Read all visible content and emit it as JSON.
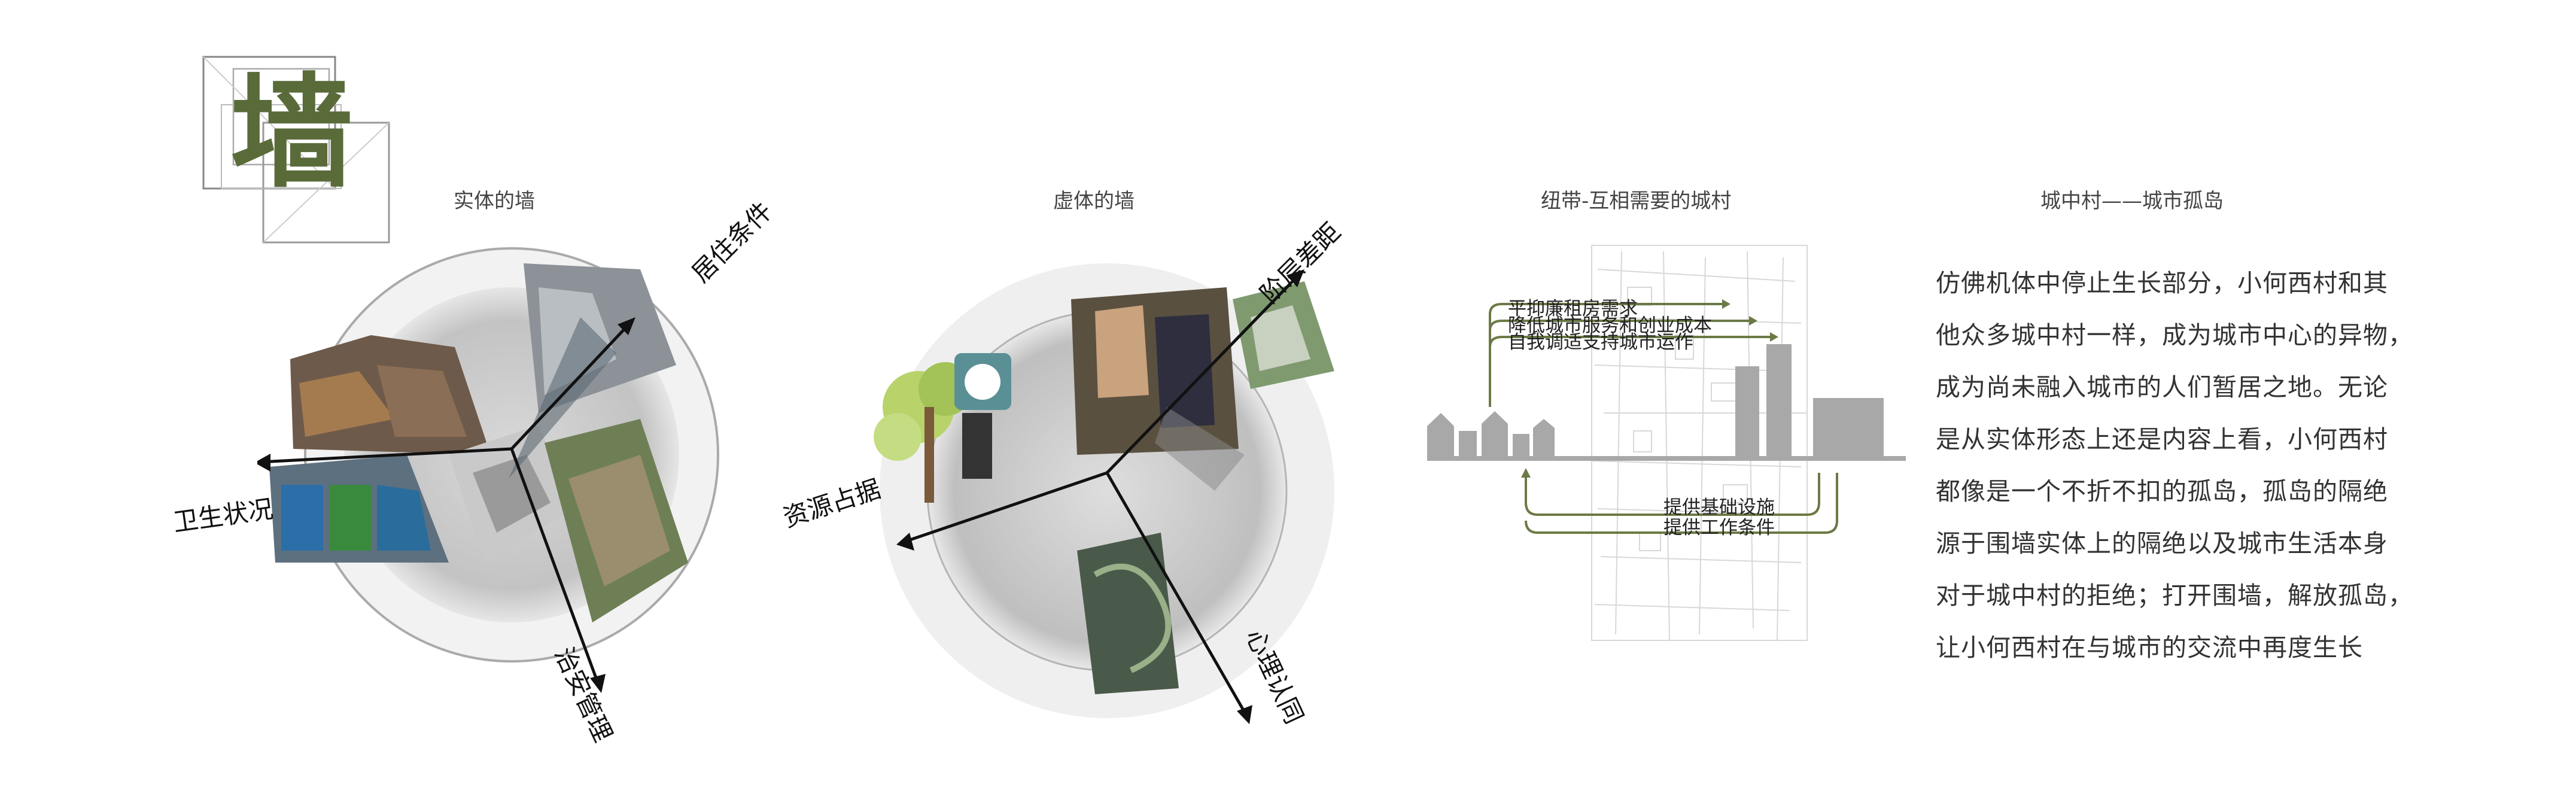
{
  "logo": {
    "char": "墙"
  },
  "panels": {
    "physical_wall": {
      "title": "实体的墙",
      "labels": {
        "living": "居住条件",
        "sanitation": "卫生状况",
        "security": "治安管理"
      }
    },
    "virtual_wall": {
      "title": "虚体的墙",
      "labels": {
        "hierarchy": "阶层差距",
        "resources": "资源占据",
        "identity": "心理认同"
      }
    },
    "bond": {
      "title": "纽带-互相需要的城村",
      "top_flows": [
        "平抑廉租房需求",
        "降低城市服务和创业成本",
        "自我调适支持城市运作"
      ],
      "bottom_flows": [
        "提供基础设施",
        "提供工作条件"
      ]
    },
    "island": {
      "title": "城中村——城市孤岛",
      "paragraph_lines": [
        "仿佛机体中停止生长部分，小何西村和其",
        "他众多城中村一样，成为城市中心的异物，",
        "成为尚未融入城市的人们暂居之地。无论",
        "是从实体形态上还是内容上看，小何西村",
        "都像是一个不折不扣的孤岛，孤岛的隔绝",
        "源于围墙实体上的隔绝以及城市生活本身",
        "对于城中村的拒绝；打开围墙，解放孤岛，",
        "让小何西村在与城市的交流中再度生长"
      ]
    }
  },
  "colors": {
    "accent": "#5a6b3a",
    "flow": "#6b7a45",
    "gray": "#a8a8a8"
  }
}
